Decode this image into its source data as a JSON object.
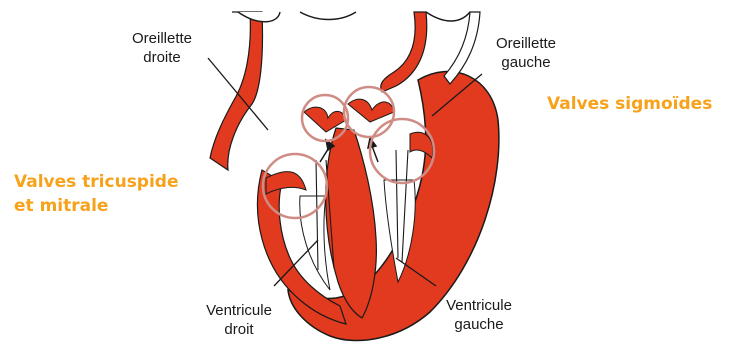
{
  "labels": {
    "right_atrium": [
      "Oreillette",
      "droite"
    ],
    "left_atrium": [
      "Oreillette",
      "gauche"
    ],
    "right_ventricle": [
      "Ventricule",
      "droit"
    ],
    "left_ventricle": [
      "Ventricule",
      "gauche"
    ]
  },
  "valves": {
    "semilunar": "Valves sigmoïdes",
    "atrioventricular": [
      "Valves tricuspide",
      "et mitrale"
    ]
  },
  "colors": {
    "muscle": "#e23a1e",
    "outline": "#1a1a1a",
    "valve_circle": "#cf8c84",
    "highlight_text": "#f7a21b"
  }
}
